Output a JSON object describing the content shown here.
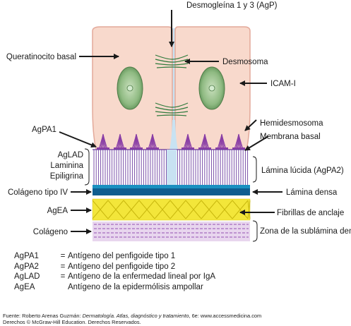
{
  "labels": {
    "desmogleina": "Desmogleína 1 y 3 (AgP)",
    "queratinocito": "Queratinocito basal",
    "desmosoma": "Desmosoma",
    "icam": "ICAM-I",
    "hemidesmosoma": "Hemidesmosoma",
    "membrana_basal": "Membrana basal",
    "agpa1": "AgPA1",
    "aglad": "AgLAD",
    "laminina": "Laminina",
    "epiligrina": "Epiligrina",
    "lamina_lucida": "Lámina lúcida (AgPA2)",
    "colageno_iv": "Colágeno tipo IV",
    "lamina_densa": "Lámina densa",
    "agea": "AgEA",
    "fibrillas": "Fibrillas de anclaje",
    "colageno": "Colágeno",
    "zona_sublamina": "Zona de la sublámina densa"
  },
  "legend": [
    {
      "abbr": "AgPA1",
      "eq": "=",
      "text": "Antígeno del penfigoide tipo 1"
    },
    {
      "abbr": "AgPA2",
      "eq": "=",
      "text": "Antígeno del penfigoide tipo 2"
    },
    {
      "abbr": "AgLAD",
      "eq": "=",
      "text": "Antígeno de la enfermedad lineal por IgA"
    },
    {
      "abbr": "AgEA",
      "eq": "",
      "text": "Antígeno de la epidermólisis ampollar"
    }
  ],
  "source": {
    "prefix": "Fuente: Roberto Arenas Guzmán: ",
    "title": "Dermatología. Atlas, diagnóstico y tratamiento",
    "suffix": ", 6e: www.accessmedicina.com",
    "rights": "Derechos © McGraw-Hill Education. Derechos Reservados."
  },
  "colors": {
    "cell_fill": "#f8d9cc",
    "nucleus": "#8fba82",
    "desmosome": "#2f7a3c",
    "lucida_lines": "#6d3fa0",
    "hemidesmosome": "#8a3fa6",
    "lamina_densa": "#0f5d8f",
    "collagen_iv": "#1a8fc0",
    "fibrils_fill": "#f3e63a",
    "collagen": "#c9a8d6",
    "gap": "#c8e2f2"
  }
}
